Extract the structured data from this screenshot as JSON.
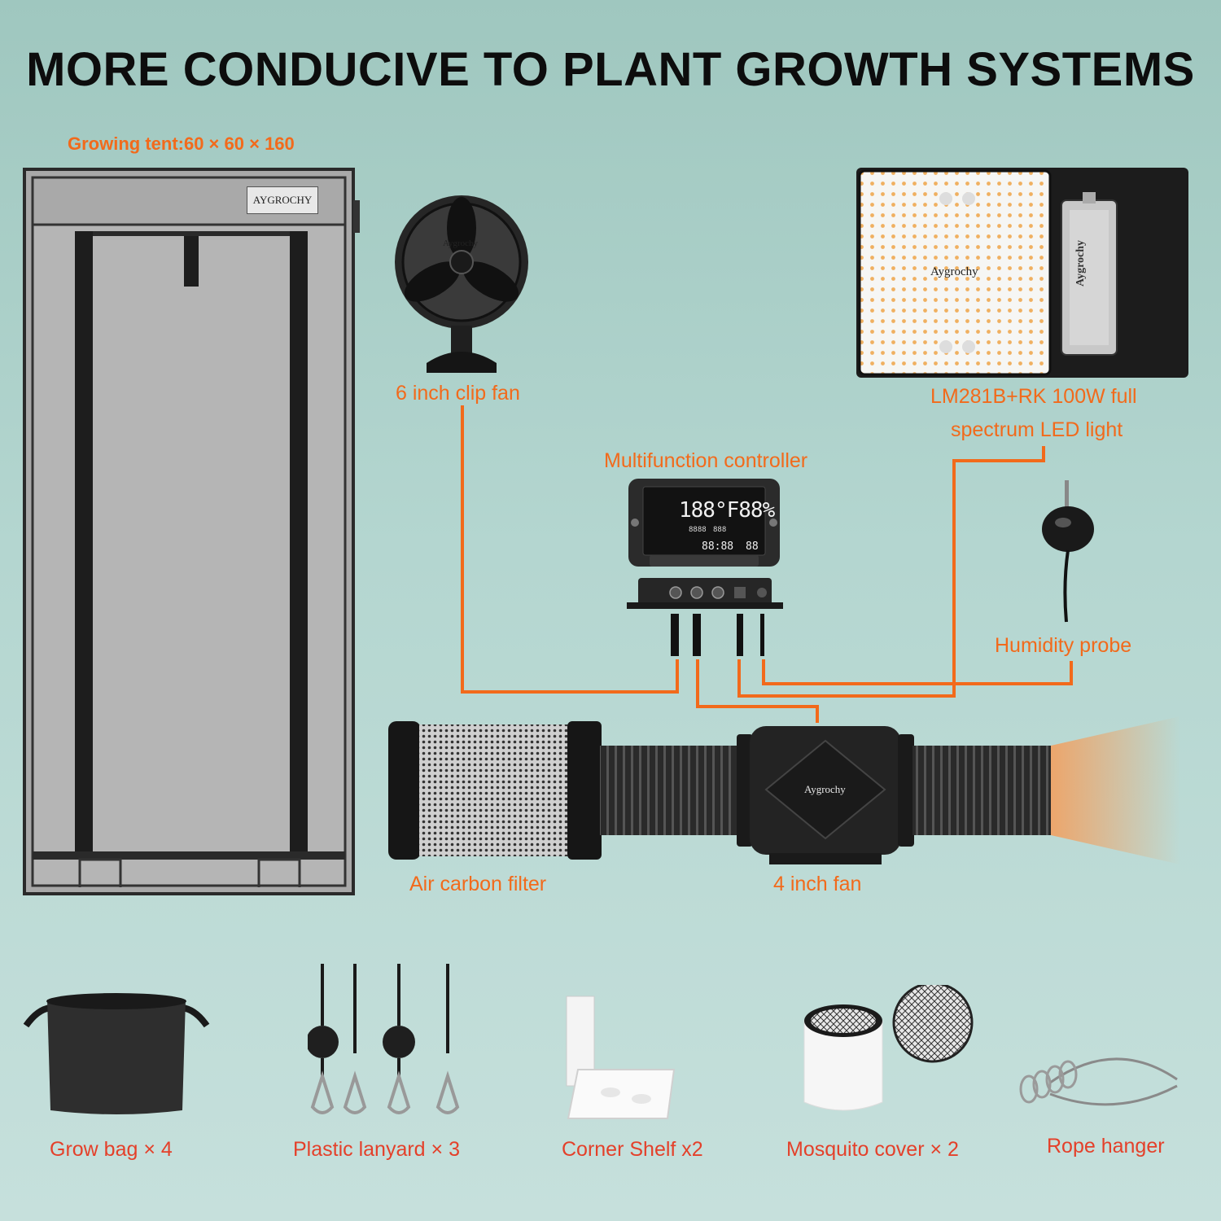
{
  "title": "MORE CONDUCIVE TO PLANT GROWTH SYSTEMS",
  "tent": {
    "label": "Growing tent:60 × 60 × 160",
    "brand": "AYGROCHY",
    "icon": "grow-tent-icon"
  },
  "clip_fan": {
    "label": "6 inch clip fan",
    "brand": "Aygrochy",
    "icon": "clip-fan-icon"
  },
  "led_light": {
    "label_line1": "LM281B+RK 100W full",
    "label_line2": "spectrum LED light",
    "brand": "Aygrochy",
    "driver_brand": "Aygrochy",
    "icon": "led-panel-icon"
  },
  "controller": {
    "label": "Multifunction controller",
    "display_main": "188°F88%",
    "display_small": "8888",
    "display_mid": "888",
    "display_timer": "88:88",
    "display_setting": "88",
    "icon": "controller-icon"
  },
  "humidity_probe": {
    "label": "Humidity probe",
    "icon": "humidity-probe-icon"
  },
  "carbon_filter": {
    "label": "Air carbon filter",
    "icon": "carbon-filter-icon"
  },
  "inline_fan": {
    "label": "4 inch fan",
    "brand": "Aygrochy",
    "icon": "inline-fan-icon"
  },
  "accessories": [
    {
      "label": "Grow bag × 4",
      "icon": "grow-bag-icon"
    },
    {
      "label": "Plastic lanyard × 3",
      "icon": "lanyard-icon"
    },
    {
      "label": "Corner Shelf x2",
      "icon": "corner-shelf-icon"
    },
    {
      "label": "Mosquito cover × 2",
      "icon": "mosquito-cover-icon"
    },
    {
      "label": "Rope hanger",
      "icon": "rope-hanger-icon"
    }
  ],
  "colors": {
    "accent_orange": "#f26a1b",
    "accessory_red": "#e4402a",
    "background": "#b4d6d0",
    "title": "#0d0d0d"
  }
}
